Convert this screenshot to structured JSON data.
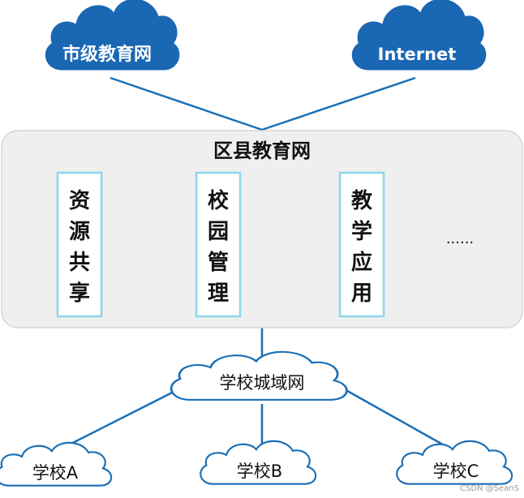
{
  "top_clouds": {
    "city_network": "市级教育网",
    "internet": "Internet"
  },
  "district_box": {
    "title": "区县教育网",
    "modules": [
      {
        "label": "资源共享"
      },
      {
        "label": "校园管理"
      },
      {
        "label": "教学应用"
      }
    ],
    "more": "......"
  },
  "school_network": "学校城域网",
  "schools": [
    "学校A",
    "学校B",
    "学校C"
  ],
  "watermark": "CSDN @SeanS",
  "colors": {
    "cloud_blue": "#1a67b4",
    "line_blue": "#1a6fb5",
    "box_fill": "#efefef",
    "box_border": "#d6d6d6",
    "module_border": "#8cd6ee"
  }
}
